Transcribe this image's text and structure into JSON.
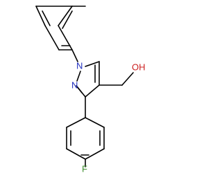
{
  "atoms": {
    "n1": "N",
    "n2": "N",
    "oh": "OH",
    "f": "F"
  },
  "colors": {
    "bond": "#000000",
    "nitrogen": "#1f2dbf",
    "oxygen": "#cc1f1f",
    "fluorine": "#3f8f2f",
    "background": "#ffffff"
  }
}
